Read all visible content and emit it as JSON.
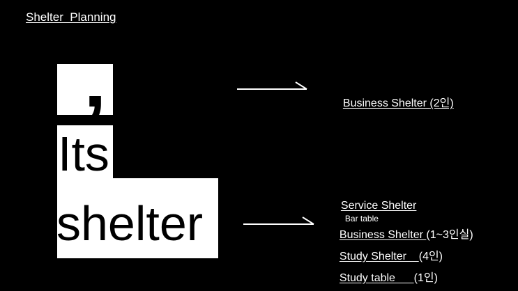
{
  "title": "Shelter  Planning",
  "logo": {
    "mark": "‚",
    "word1": "Its",
    "word2": "shelter"
  },
  "top_item": {
    "name": "Business Shelter ",
    "capacity": "(2인)"
  },
  "service": {
    "name": "Service Shelter",
    "note": "Bar table"
  },
  "items": [
    {
      "name": "Business Shelter ",
      "capacity": "(1~3인실)"
    },
    {
      "name": "Study Shelter    ",
      "capacity": "(4인)"
    },
    {
      "name": "Study table      ",
      "capacity": "(1인)"
    }
  ]
}
